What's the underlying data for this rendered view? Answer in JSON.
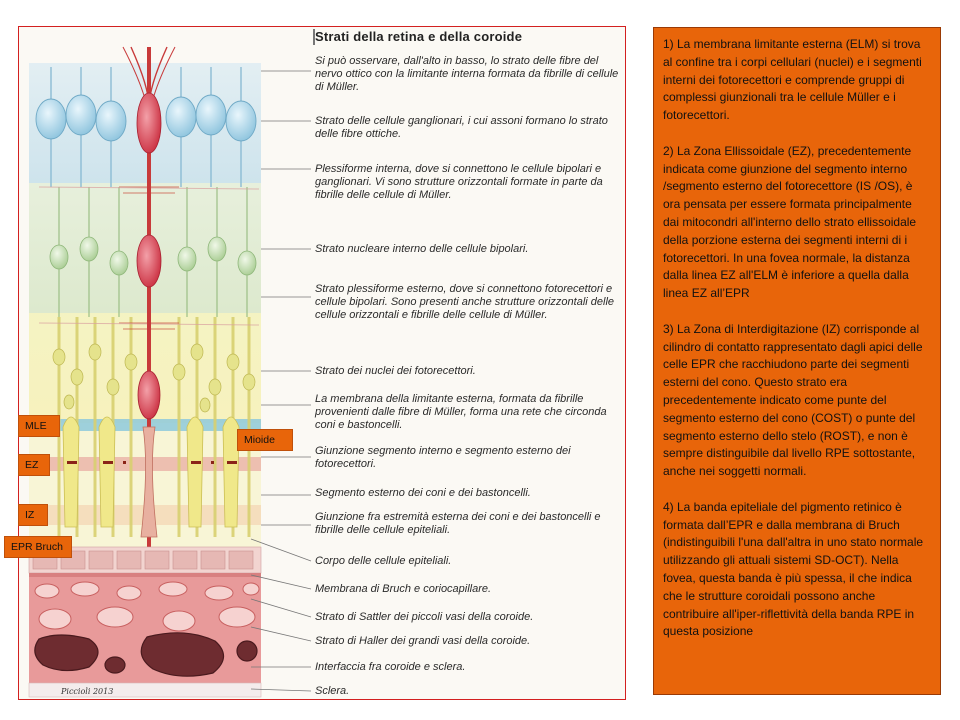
{
  "figure": {
    "title": "Strati della retina e della coroide",
    "signature": "Piccioli 2013",
    "layers": [
      "Si può osservare, dall'alto in basso, lo strato delle fibre del nervo ottico con la limitante interna formata da fibrille di cellule di Müller.",
      "Strato delle cellule ganglionari, i cui assoni formano lo strato delle fibre ottiche.",
      "Plessiforme interna, dove si connettono le cellule bipolari e ganglionari. Vi sono strutture orizzontali formate in parte da fibrille delle cellule di Müller.",
      "Strato nucleare interno delle cellule bipolari.",
      "Strato plessiforme esterno, dove si connettono fotorecettori e cellule bipolari. Sono presenti anche strutture orizzontali delle cellule orizzontali e fibrille delle cellule di Müller.",
      "Strato dei nuclei dei fotorecettori.",
      "La membrana della limitante esterna, formata da fibrille provenienti dalle fibre di Müller, forma una rete che circonda coni e bastoncelli.",
      "Giunzione segmento interno e segmento esterno dei fotorecettori.",
      "Segmento esterno dei coni e dei bastoncelli.",
      "Giunzione fra estremità esterna dei coni e dei bastoncelli e fibrille delle cellule epiteliali.",
      "Corpo delle cellule epiteliali.",
      "Membrana di Bruch e coriocapillare.",
      "Strato di Sattler dei piccoli vasi della coroide.",
      "Strato di Haller dei grandi vasi della coroide.",
      "Interfaccia fra coroide e sclera.",
      "Sclera."
    ]
  },
  "tags": {
    "mle": "MLE",
    "mioide": "Mioide",
    "ez": "EZ",
    "iz": "IZ",
    "epr_bruch": "EPR Bruch"
  },
  "panel": {
    "p1": "1) La membrana limitante esterna (ELM) si trova al confine tra i corpi cellulari (nuclei) e i segmenti interni dei fotorecettori e comprende gruppi di complessi giunzionali tra le cellule Müller e i fotorecettori.",
    "p2": "2) La Zona Ellissoidale (EZ), precedentemente indicata come giunzione del segmento interno /segmento esterno del fotorecettore (IS /OS), è ora pensata per essere formata principalmente dai mitocondri all'interno dello strato ellissoidale della porzione esterna dei segmenti interni di i fotorecettori. In una fovea normale, la distanza dalla linea EZ all'ELM è inferiore a quella dalla linea EZ all’EPR",
    "p3": "3) La Zona di Interdigitazione (IZ) corrisponde al cilindro di contatto rappresentato dagli apici delle celle EPR che racchiudono parte dei segmenti esterni del cono. Questo strato era precedentemente indicato come punte del segmento esterno del cono (COST) o punte del segmento esterno dello stelo (ROST), e non è sempre distinguibile dal livello RPE sottostante, anche nei soggetti normali.",
    "p4": "4) La banda epiteliale del pigmento retinico è formata dall’EPR e dalla membrana di Bruch (indistinguibili l'una dall'altra in uno stato normale utilizzando gli attuali sistemi SD-OCT). Nella fovea, questa banda è più spessa, il che indica che le strutture coroidali possono anche contribuire all'iper-riflettività della banda RPE in questa posizione"
  }
}
